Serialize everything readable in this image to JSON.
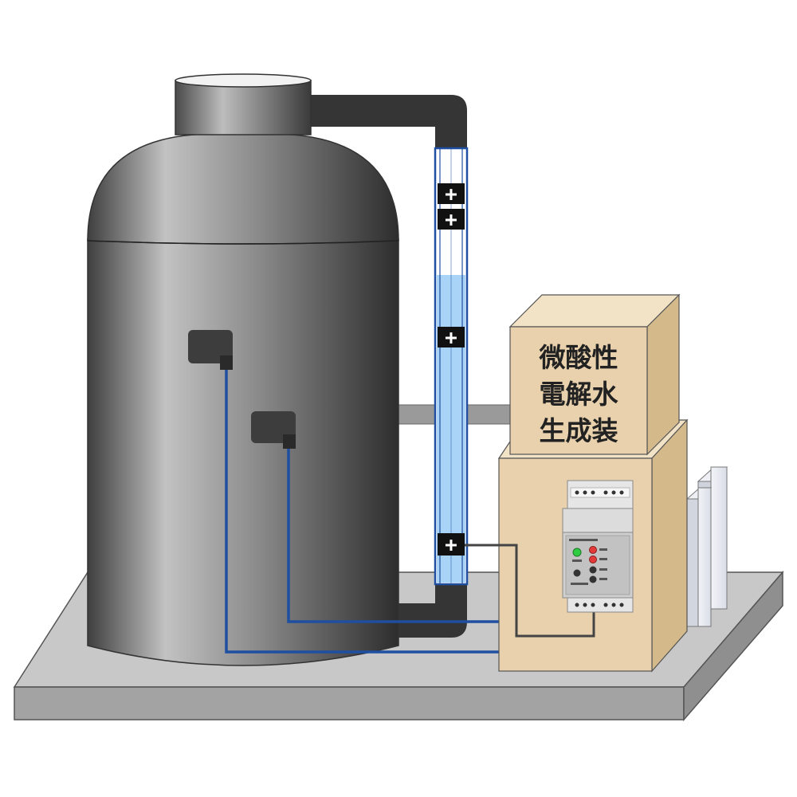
{
  "generator_label": {
    "lines": [
      "微酸性",
      "電解水",
      "生成装"
    ]
  },
  "probes": [
    {
      "id": "probe-1",
      "icon": "plus-icon",
      "glyph": "+"
    },
    {
      "id": "probe-2",
      "icon": "plus-icon",
      "glyph": "+"
    },
    {
      "id": "probe-3",
      "icon": "plus-icon",
      "glyph": "+"
    },
    {
      "id": "probe-4",
      "icon": "plus-icon",
      "glyph": "+"
    }
  ],
  "colors": {
    "tank": "#6e6e6e",
    "pipe": "#333333",
    "signal_wire": "#1f4fa0",
    "control_wire": "#444444",
    "level_water": "#a9d4f7",
    "generator_box": "#e8d1ac",
    "base": "#c4c4c4",
    "indicator_green": "#2ecc40",
    "indicator_red": "#e23a3a"
  }
}
